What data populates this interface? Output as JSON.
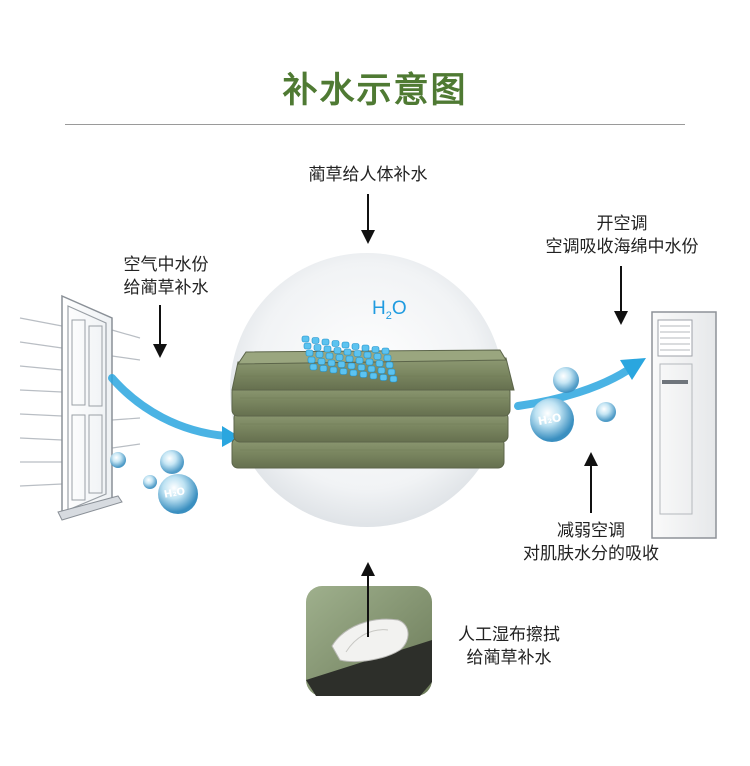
{
  "title": "补水示意图",
  "labels": {
    "top": "蔺草给人体补水",
    "left_line1": "空气中水份",
    "left_line2": "给蔺草补水",
    "right_top_line1": "开空调",
    "right_top_line2": "空调吸收海绵中水份",
    "right_bottom_line1": "减弱空调",
    "right_bottom_line2": "对肌肤水分的吸收",
    "bottom_line1": "人工湿布擦拭",
    "bottom_line2": "给蔺草补水"
  },
  "h2o": {
    "center_h": "H",
    "center_sub": "2",
    "center_o": "O",
    "bubble_text": "H₂O"
  },
  "colors": {
    "title": "#4f7a33",
    "arrow_blue": "#2aa6df",
    "mat": "#7c8a63"
  }
}
